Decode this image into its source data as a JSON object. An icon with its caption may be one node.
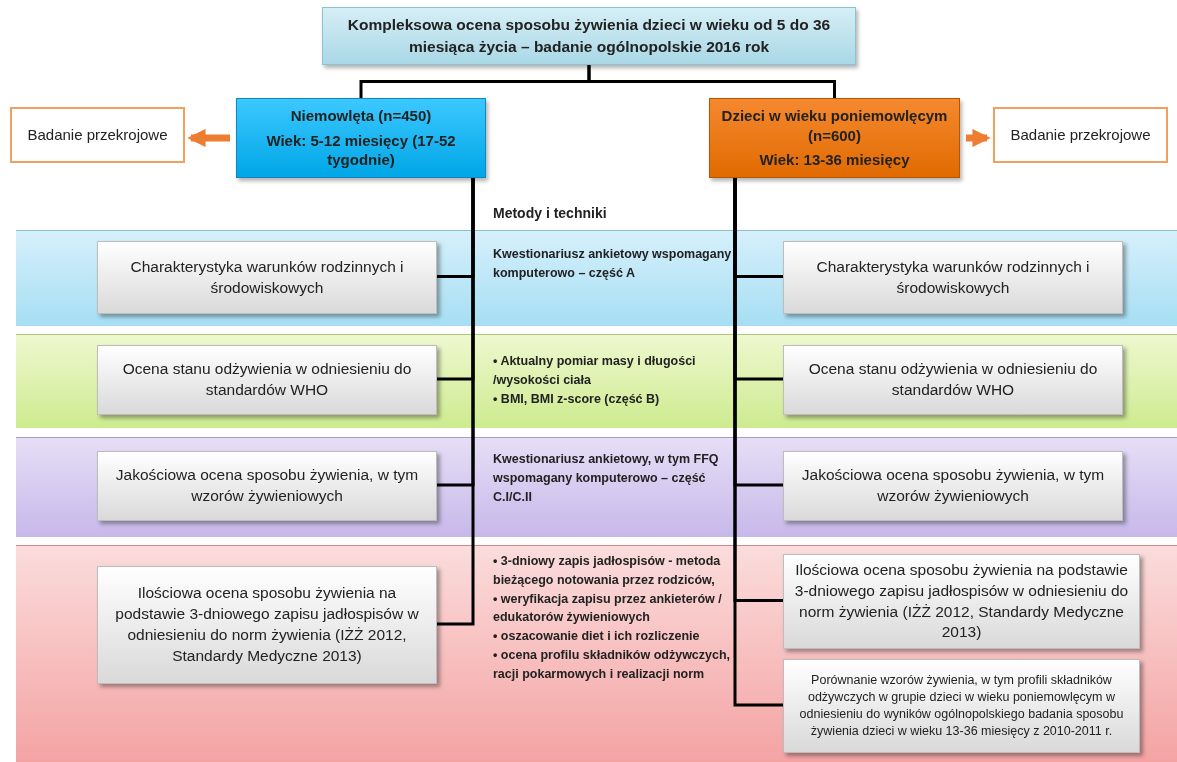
{
  "diagram": {
    "nodes": [
      {
        "text": [
          "Kompleksowa ocena sposobu żywienia dzieci w wieku od 5 do 36 miesiąca życia – badanie ogólnopolskie 2016 rok"
        ]
      },
      {
        "text": [
          "Niemowlęta (n=450)",
          "Wiek: 5-12 miesięcy (17-52 tygodnie)"
        ]
      },
      {
        "text": [
          "Dzieci w wieku poniemowlęcym (n=600)",
          "Wiek: 13-36 miesięcy"
        ]
      },
      {
        "text": [
          "Badanie przekrojowe"
        ]
      },
      {
        "text": [
          "Badanie przekrojowe"
        ]
      },
      {
        "text": [
          "Kwestionariusz ankietowy wspomagany komputerowo – część A"
        ]
      },
      {
        "text": [
          "Charakterystyka warunków rodzinnych i środowiskowych"
        ],
        "in": 5
      },
      {
        "text": [
          "Charakterystyka warunków rodzinnych i środowiskowych"
        ],
        "in": 5
      },
      {
        "text": [
          "• Aktualny pomiar masy i długości /wysokości ciała",
          "• BMI, BMI z-score (część B)"
        ]
      },
      {
        "text": [
          "Ocena stanu odżywienia w odniesieniu do standardów WHO"
        ],
        "in": 8
      },
      {
        "text": [
          "Ocena stanu odżywienia w odniesieniu do standardów WHO"
        ],
        "in": 8
      },
      {
        "text": [
          "Kwestionariusz ankietowy, w tym FFQ wspomagany komputerowo – część C.I/C.II"
        ]
      },
      {
        "text": [
          "Jakościowa ocena sposobu żywienia, w tym wzorów żywieniowych"
        ],
        "in": 11
      },
      {
        "text": [
          "Jakościowa ocena sposobu żywienia, w tym wzorów żywieniowych"
        ],
        "in": 11
      },
      {
        "text": [
          "• 3-dniowy zapis jadłospisów - metoda bieżącego notowania przez rodziców,",
          "• weryfikacja zapisu przez ankieterów / edukatorów żywieniowych",
          "• oszacowanie diet i ich rozliczenie",
          "• ocena  profilu składników odżywczych, racji pokarmowych i realizacji norm"
        ]
      },
      {
        "text": [
          "Ilościowa ocena sposobu żywienia na podstawie 3-dniowego zapisu jadłospisów w odniesieniu do norm żywienia (IŻŻ 2012, Standardy Medyczne 2013)"
        ],
        "in": 14
      },
      {
        "text": [
          "Ilościowa ocena sposobu żywienia na podstawie 3-dniowego zapisu jadłospisów w odniesieniu do norm żywienia (IŻŻ 2012, Standardy Medyczne 2013)"
        ],
        "in": 14
      },
      {
        "text": [
          "Porównanie wzorów żywienia, w tym profili składników odżywczych w grupie dzieci w wieku poniemowlęcym w odniesieniu do wyników ogólnopolskiego badania sposobu żywienia dzieci w wieku 13-36 miesięcy z 2010-2011  r."
        ],
        "in": 14
      }
    ],
    "edges": [
      {
        "from": 0,
        "to": 1,
        "arrow": "none"
      },
      {
        "from": 0,
        "to": 2,
        "arrow": "none"
      },
      {
        "from": 1,
        "to": 3,
        "arrow": "to",
        "style": "thick",
        "color": "#ed7d31"
      },
      {
        "from": 2,
        "to": 4,
        "arrow": "to",
        "style": "thick",
        "color": "#ed7d31"
      },
      {
        "from": 1,
        "to": 6,
        "arrow": "none"
      },
      {
        "from": 1,
        "to": 9,
        "arrow": "none"
      },
      {
        "from": 1,
        "to": 12,
        "arrow": "none"
      },
      {
        "from": 1,
        "to": 15,
        "arrow": "none"
      },
      {
        "from": 2,
        "to": 7,
        "arrow": "none"
      },
      {
        "from": 2,
        "to": 10,
        "arrow": "none"
      },
      {
        "from": 2,
        "to": 13,
        "arrow": "none"
      },
      {
        "from": 2,
        "to": 16,
        "arrow": "none"
      },
      {
        "from": 2,
        "to": 17,
        "arrow": "none"
      }
    ],
    "labels": [
      "Metody i techniki"
    ]
  }
}
